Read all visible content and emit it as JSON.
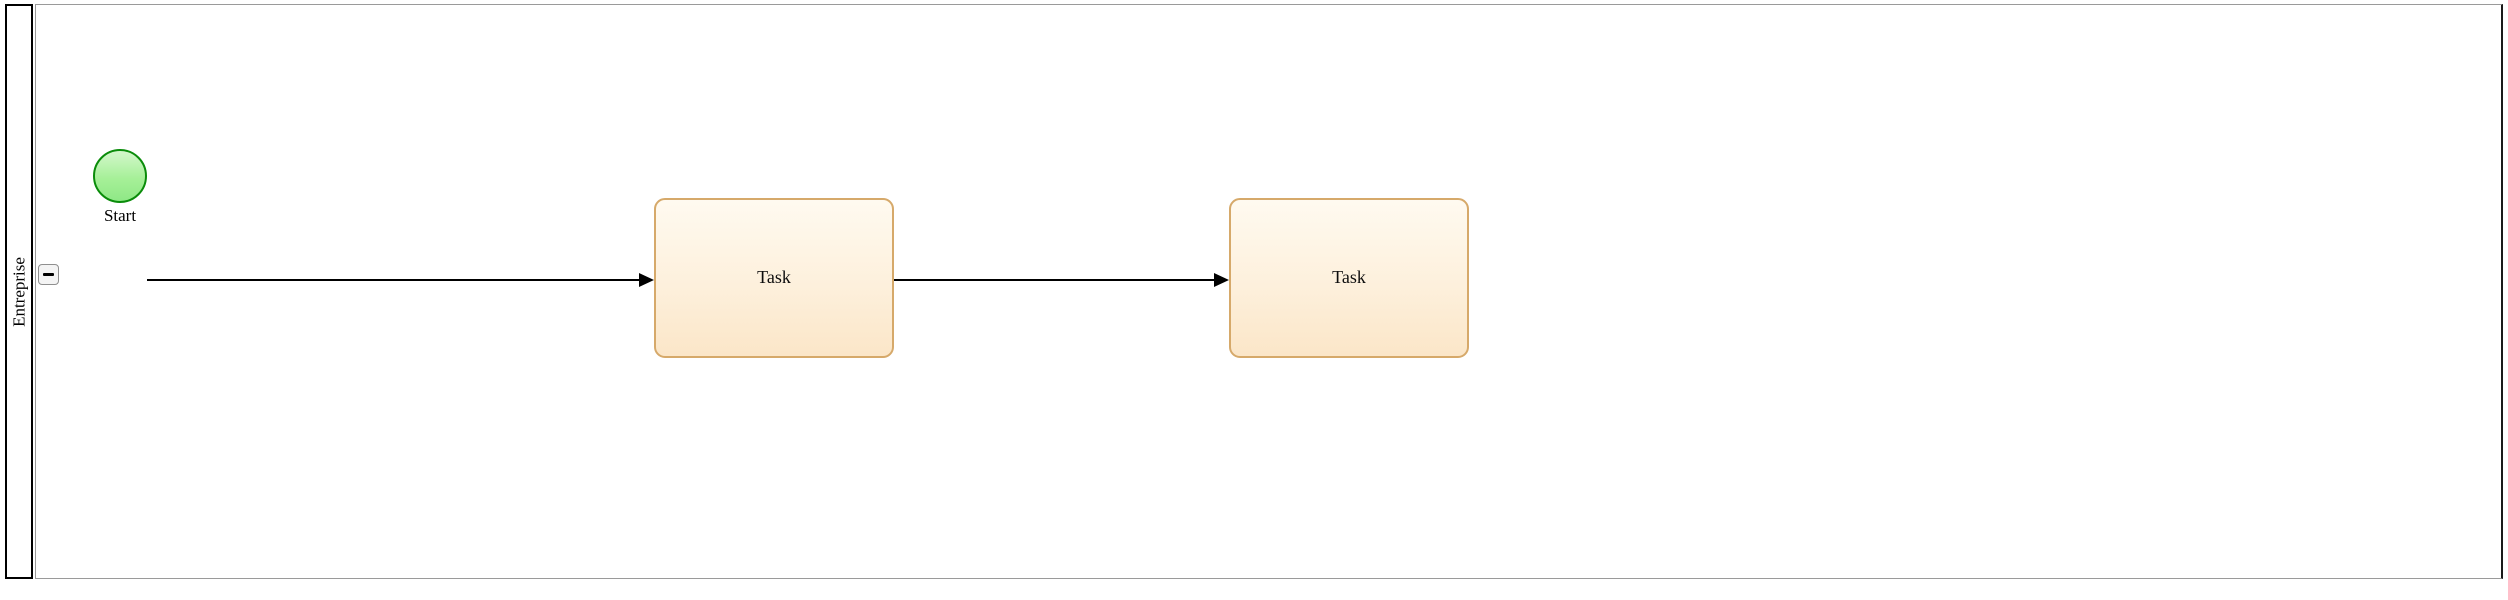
{
  "diagram": {
    "type": "bpmn-process",
    "pool": {
      "lane": {
        "label": "Entreprise",
        "collapse_control": {
          "state": "expanded",
          "glyph": "minus"
        }
      }
    },
    "nodes": [
      {
        "id": "start-event",
        "type": "start-event",
        "label": "Start",
        "shape": "circle",
        "fill": "#a6f098",
        "stroke": "#0a8c0a"
      },
      {
        "id": "task-1",
        "type": "task",
        "label": "Task",
        "shape": "rounded-rect",
        "fill": "#fdf0dc",
        "stroke": "#d6a96a"
      },
      {
        "id": "task-2",
        "type": "task",
        "label": "Task",
        "shape": "rounded-rect",
        "fill": "#fdf0dc",
        "stroke": "#d6a96a"
      }
    ],
    "flows": [
      {
        "id": "flow-1",
        "from": "start-event",
        "to": "task-1",
        "style": "solid-arrow"
      },
      {
        "id": "flow-2",
        "from": "task-1",
        "to": "task-2",
        "style": "solid-arrow"
      }
    ]
  }
}
